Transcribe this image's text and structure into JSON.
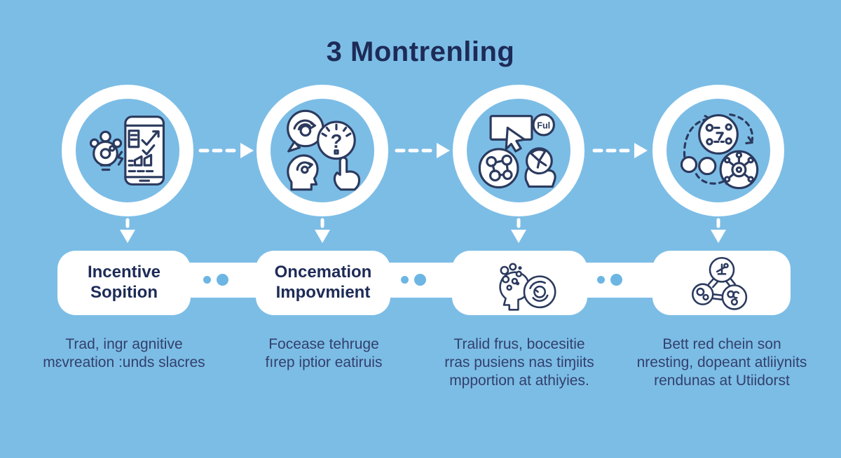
{
  "title": "3 Montrenling",
  "colors": {
    "background": "#7cbde6",
    "navy_text": "#1d2b57",
    "description_text": "#32406c",
    "icon_stroke": "#2b3a5e",
    "connector_dot": "#6db6e4",
    "shape_white": "#ffffff"
  },
  "steps": [
    {
      "icon": "lightbulb-gear-phone-analytics-icon",
      "label": "Incentive\nSopition",
      "description": "Trad, ingr agnitive\nmɛvreation :unds slacres"
    },
    {
      "icon": "speech-bubble-gauge-question-hand-head-icon",
      "gauge_symbol": "?",
      "label": "Oncemation\nImpovmient",
      "description": "Focease tehruge\nfırep iptior eatiruis"
    },
    {
      "icon": "cursor-screen-badge-network-hand-gauge-icon",
      "badge": "Ful",
      "box_icon": "head-bubbles-spiral-icon",
      "description": "Tralid frus, bocesitie\nrras pusiens nas tiɱiits\nmpportion at athiyies."
    },
    {
      "icon": "dashed-cycle-nodes-hub-icon",
      "box_icon": "three-node-network-icon",
      "description": "Bett red chein son\nnresting, dopeant atliiynits\nrendunas at Utiidorst"
    }
  ]
}
